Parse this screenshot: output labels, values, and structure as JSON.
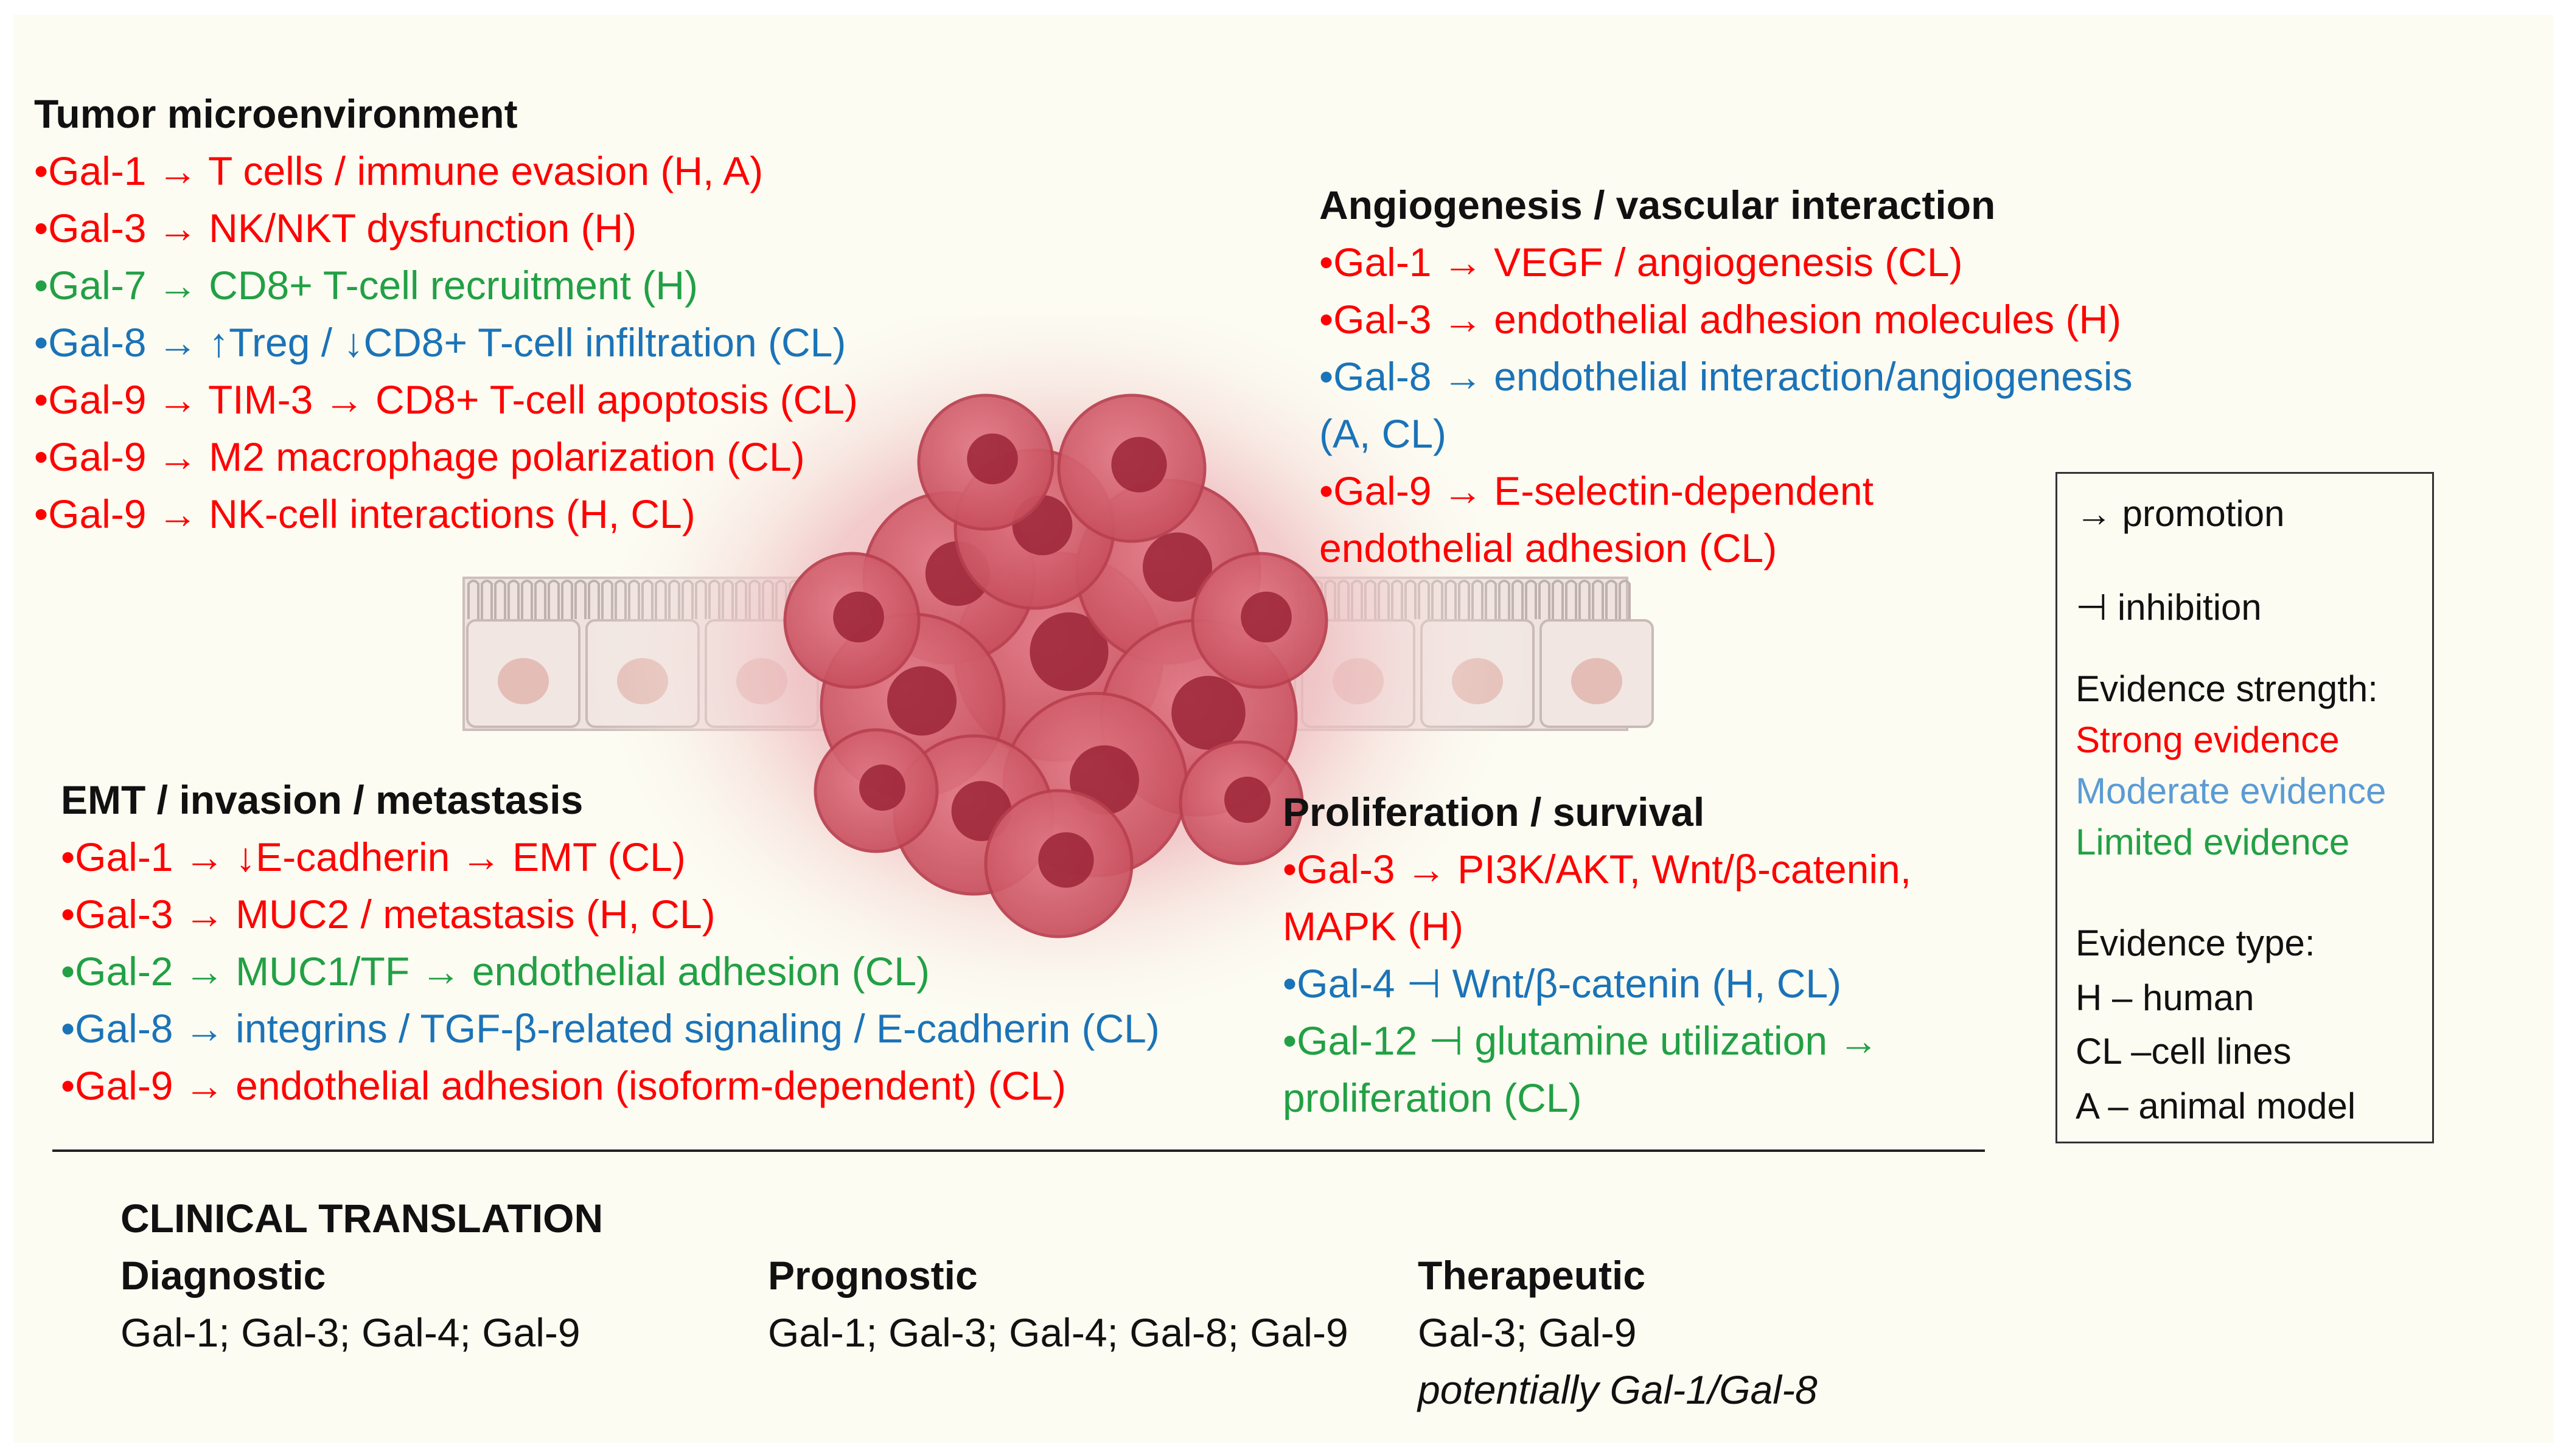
{
  "tumor_microenvironment": {
    "title": "Tumor microenvironment",
    "items": [
      {
        "text": "•Gal-1 → T cells / immune evasion (H, A)",
        "strength": "strong"
      },
      {
        "text": "•Gal-3 → NK/NKT dysfunction (H)",
        "strength": "strong"
      },
      {
        "text": "•Gal-7 → CD8+ T-cell recruitment (H)",
        "strength": "limited"
      },
      {
        "text": "•Gal-8 → ↑Treg / ↓CD8+ T-cell infiltration (CL)",
        "strength": "moderate"
      },
      {
        "text": "•Gal-9 → TIM-3 → CD8+ T-cell apoptosis (CL)",
        "strength": "strong"
      },
      {
        "text": "•Gal-9 → M2 macrophage polarization (CL)",
        "strength": "strong"
      },
      {
        "text": "•Gal-9 → NK-cell interactions (H, CL)",
        "strength": "strong"
      }
    ]
  },
  "angiogenesis": {
    "title": "Angiogenesis / vascular interaction",
    "items": [
      {
        "text": "•Gal-1 → VEGF / angiogenesis (CL)",
        "strength": "strong"
      },
      {
        "text": "•Gal-3 → endothelial adhesion molecules (H)",
        "strength": "strong"
      },
      {
        "text": "•Gal-8 → endothelial interaction/angiogenesis",
        "strength": "moderate"
      },
      {
        "text": "(A, CL)",
        "strength": "moderate"
      },
      {
        "text": "•Gal-9 → E-selectin-dependent",
        "strength": "strong"
      },
      {
        "text": "endothelial  adhesion (CL)",
        "strength": "strong"
      }
    ]
  },
  "emt": {
    "title": "EMT / invasion / metastasis",
    "items": [
      {
        "text": "•Gal-1 → ↓E-cadherin → EMT (CL)",
        "strength": "strong"
      },
      {
        "text": "•Gal-3 → MUC2 / metastasis (H, CL)",
        "strength": "strong"
      },
      {
        "text": "•Gal-2 → MUC1/TF → endothelial adhesion (CL)",
        "strength": "limited"
      },
      {
        "text": "•Gal-8 → integrins / TGF-β-related signaling / E-cadherin (CL)",
        "strength": "moderate"
      },
      {
        "text": "•Gal-9 → endothelial adhesion (isoform-dependent) (CL)",
        "strength": "strong"
      }
    ]
  },
  "proliferation": {
    "title": "Proliferation / survival",
    "items": [
      {
        "text": "•Gal-3 → PI3K/AKT, Wnt/β-catenin,",
        "strength": "strong"
      },
      {
        "text": "MAPK (H)",
        "strength": "strong"
      },
      {
        "text": "•Gal-4 ⊣ Wnt/β-catenin (H, CL)",
        "strength": "moderate"
      },
      {
        "text": "•Gal-12 ⊣ glutamine utilization →",
        "strength": "limited"
      },
      {
        "text": "proliferation (CL)",
        "strength": "limited"
      }
    ]
  },
  "legend": {
    "promotion": "→ promotion",
    "inhibition": "⊣ inhibition",
    "evidence_strength_title": "Evidence strength:",
    "strong": "Strong evidence",
    "moderate": "Moderate evidence",
    "limited": "Limited evidence",
    "evidence_type_title": "Evidence type:",
    "type_h": "H – human",
    "type_cl": "CL –cell lines",
    "type_a": "A – animal model"
  },
  "clinical_translation": {
    "title": "CLINICAL TRANSLATION",
    "diagnostic": {
      "label": "Diagnostic",
      "value": "Gal-1; Gal-3; Gal-4; Gal-9"
    },
    "prognostic": {
      "label": "Prognostic",
      "value": "Gal-1; Gal-3; Gal-4; Gal-8; Gal-9"
    },
    "therapeutic": {
      "label": "Therapeutic",
      "value": "Gal-3; Gal-9",
      "note": "potentially Gal-1/Gal-8"
    }
  },
  "colors": {
    "strong": "#ff0000",
    "moderate": "#1b73b8",
    "limited": "#22a045",
    "background": "#fcfcf2"
  }
}
